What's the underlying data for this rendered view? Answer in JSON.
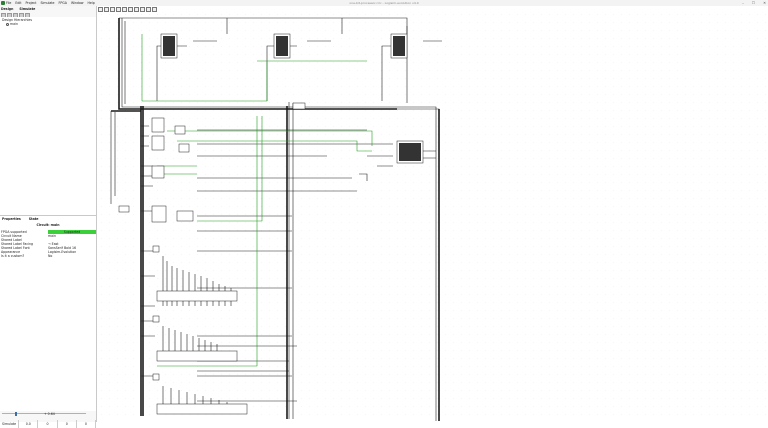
{
  "window": {
    "title": "one-bit-processor.circ - Logisim-evolution v4.0",
    "min_glyph": "–",
    "max_glyph": "☐",
    "close_glyph": "✕"
  },
  "menu": [
    "File",
    "Edit",
    "Project",
    "Simulate",
    "FPGA",
    "Window",
    "Help"
  ],
  "left_tabs": {
    "design": "Design",
    "simulate": "Simulate"
  },
  "tree": {
    "header": "Design Hierarchies",
    "items": [
      {
        "label": "main",
        "icon": "gear-icon"
      }
    ]
  },
  "properties": {
    "tabs": {
      "properties": "Properties",
      "state": "State"
    },
    "heading": "Circuit: main",
    "rows": [
      {
        "key": "FPGA supported",
        "value": "Supported",
        "highlight": true
      },
      {
        "key": "Circuit Name",
        "value": "main"
      },
      {
        "key": "Shared Label",
        "value": ""
      },
      {
        "key": "Shared Label Facing",
        "value": "→ East"
      },
      {
        "key": "Shared Label Font",
        "value": "SansSerif Bold 16"
      },
      {
        "key": "Appearance",
        "value": "Logisim-Evolution"
      },
      {
        "key": "Is it a custom?",
        "value": "No"
      }
    ]
  },
  "zoom": {
    "value": "+ 0.64",
    "fraction": 0.15
  },
  "status": [
    "Simulate",
    "0.0",
    "0",
    "0",
    "0"
  ],
  "colors": {
    "wire_active": "#1e9e1e",
    "wire_idle": "#202020",
    "bus": "#1a1a1a",
    "highlight": "#3ccf3c"
  }
}
